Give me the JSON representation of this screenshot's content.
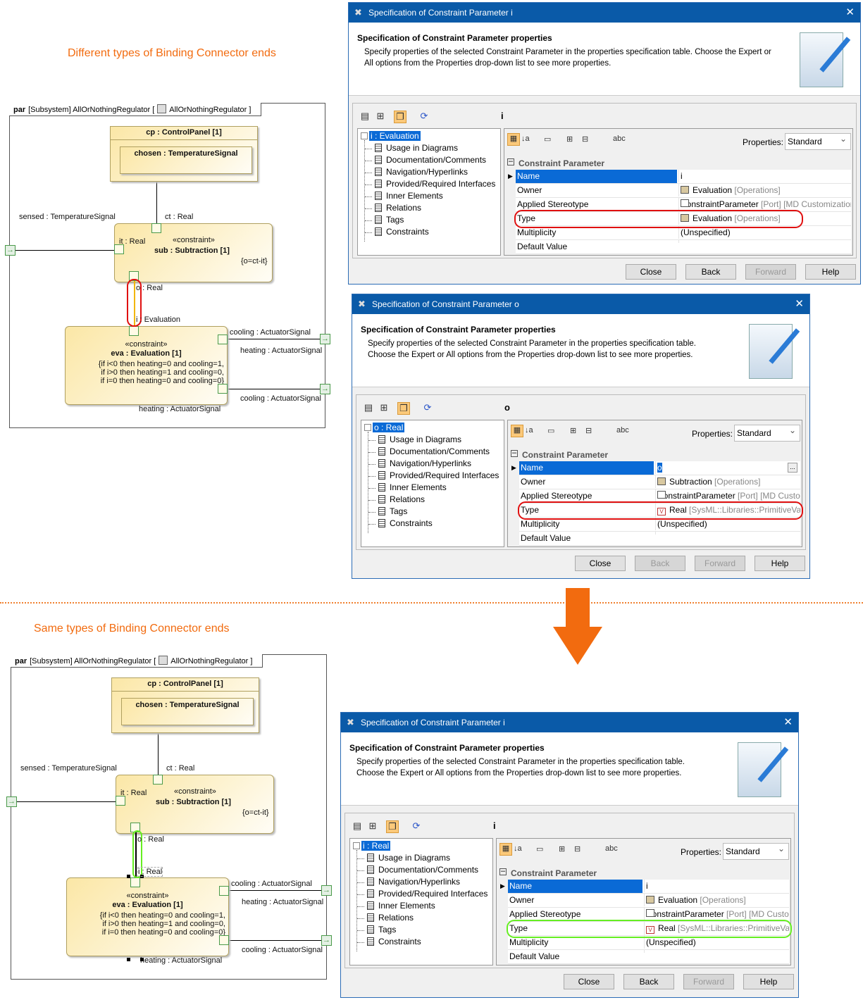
{
  "top_section": {
    "title": "Different types of Binding Connector ends"
  },
  "bottom_section": {
    "title": "Same types of Binding Connector ends"
  },
  "colors": {
    "accent": "#f26b0f",
    "highlight_bad": "#e01010",
    "highlight_good": "#66ee22",
    "title_bar": "#0a5aa8"
  },
  "diagrams": [
    {
      "frame_kind": "par",
      "frame_label": "[Subsystem] AllOrNothingRegulator [",
      "frame_ref": "AllOrNothingRegulator ]",
      "cp": "cp : ControlPanel [1]",
      "chosen": "chosen : TemperatureSignal",
      "sensed": "sensed : TemperatureSignal",
      "ct": "ct : Real",
      "it": "it : Real",
      "sub_stereo": "«constraint»",
      "sub": "sub : Subtraction [1]",
      "sub_constraint": "{o=ct-it}",
      "o_label": "o : Real",
      "i_label": "i : Evaluation",
      "eva_stereo": "«constraint»",
      "eva": "eva : Evaluation [1]",
      "eva_constraint": [
        "{if i<0 then heating=0 and cooling=1,",
        "if i>0 then heating=1 and cooling=0,",
        "if i=0 then heating=0 and cooling=0}"
      ],
      "cooling1": "cooling : ActuatorSignal",
      "heating1": "heating : ActuatorSignal",
      "cooling2": "cooling : ActuatorSignal",
      "heating2": "heating : ActuatorSignal"
    },
    {
      "frame_kind": "par",
      "frame_label": "[Subsystem] AllOrNothingRegulator [",
      "frame_ref": "AllOrNothingRegulator ]",
      "cp": "cp : ControlPanel [1]",
      "chosen": "chosen : TemperatureSignal",
      "sensed": "sensed : TemperatureSignal",
      "ct": "ct : Real",
      "it": "it : Real",
      "sub_stereo": "«constraint»",
      "sub": "sub : Subtraction [1]",
      "sub_constraint": "{o=ct-it}",
      "o_label": "o : Real",
      "i_label": "i : Real",
      "eva_stereo": "«constraint»",
      "eva": "eva : Evaluation [1]",
      "eva_constraint": [
        "{if i<0 then heating=0 and cooling=1,",
        "if i>0 then heating=1 and cooling=0,",
        "if i=0 then heating=0 and cooling=0}"
      ],
      "cooling1": "cooling : ActuatorSignal",
      "heating1": "heating : ActuatorSignal",
      "cooling2": "cooling : ActuatorSignal",
      "heating2": "heating : ActuatorSignal"
    }
  ],
  "dialogs": [
    {
      "title": "Specification of Constraint Parameter i",
      "heading": "Specification of Constraint Parameter properties",
      "description": "Specify properties of the selected Constraint Parameter in the properties specification table. Choose the Expert or All options from the Properties drop-down list to see more properties.",
      "selected": "i",
      "tree_root": "i : Evaluation",
      "tree": [
        "Usage in Diagrams",
        "Documentation/Comments",
        "Navigation/Hyperlinks",
        "Provided/Required Interfaces",
        "Inner Elements",
        "Relations",
        "Tags",
        "Constraints"
      ],
      "properties_label": "Properties:",
      "properties_value": "Standard",
      "group": "Constraint Parameter",
      "rows": [
        {
          "name": "Name",
          "value": "i",
          "extra": "",
          "icon": ""
        },
        {
          "name": "Owner",
          "value": "Evaluation",
          "extra": " [Operations]",
          "icon": "class"
        },
        {
          "name": "Applied Stereotype",
          "value": "ConstraintParameter",
          "extra": " [Port] [MD Customization]",
          "icon": "port"
        },
        {
          "name": "Type",
          "value": "Evaluation",
          "extra": " [Operations]",
          "icon": "class"
        },
        {
          "name": "Multiplicity",
          "value": "(Unspecified)",
          "extra": "",
          "icon": ""
        },
        {
          "name": "Default Value",
          "value": "",
          "extra": "",
          "icon": ""
        }
      ],
      "buttons": [
        {
          "label": "Close",
          "disabled": false
        },
        {
          "label": "Back",
          "disabled": false
        },
        {
          "label": "Forward",
          "disabled": true
        },
        {
          "label": "Help",
          "disabled": false
        }
      ],
      "highlight": "bad"
    },
    {
      "title": "Specification of Constraint Parameter o",
      "heading": "Specification of Constraint Parameter properties",
      "description": "Specify properties of the selected Constraint Parameter in the properties specification table. Choose the Expert or All options from the Properties drop-down list to see more properties.",
      "selected": "o",
      "tree_root": "o : Real",
      "tree": [
        "Usage in Diagrams",
        "Documentation/Comments",
        "Navigation/Hyperlinks",
        "Provided/Required Interfaces",
        "Inner Elements",
        "Relations",
        "Tags",
        "Constraints"
      ],
      "properties_label": "Properties:",
      "properties_value": "Standard",
      "group": "Constraint Parameter",
      "rows": [
        {
          "name": "Name",
          "value": "o",
          "extra": "",
          "icon": ""
        },
        {
          "name": "Owner",
          "value": "Subtraction",
          "extra": " [Operations]",
          "icon": "class"
        },
        {
          "name": "Applied Stereotype",
          "value": "ConstraintParameter",
          "extra": " [Port] [MD Customization]",
          "icon": "port"
        },
        {
          "name": "Type",
          "value": "Real",
          "extra": " [SysML::Libraries::PrimitiveValueTypes]",
          "icon": "vt"
        },
        {
          "name": "Multiplicity",
          "value": "(Unspecified)",
          "extra": "",
          "icon": ""
        },
        {
          "name": "Default Value",
          "value": "",
          "extra": "",
          "icon": ""
        }
      ],
      "buttons": [
        {
          "label": "Close",
          "disabled": false
        },
        {
          "label": "Back",
          "disabled": true
        },
        {
          "label": "Forward",
          "disabled": true
        },
        {
          "label": "Help",
          "disabled": false
        }
      ],
      "highlight": "bad"
    },
    {
      "title": "Specification of Constraint Parameter i",
      "heading": "Specification of Constraint Parameter properties",
      "description": "Specify properties of the selected Constraint Parameter in the properties specification table. Choose the Expert or All options from the Properties drop-down list to see more properties.",
      "selected": "i",
      "tree_root": "i : Real",
      "tree": [
        "Usage in Diagrams",
        "Documentation/Comments",
        "Navigation/Hyperlinks",
        "Provided/Required Interfaces",
        "Inner Elements",
        "Relations",
        "Tags",
        "Constraints"
      ],
      "properties_label": "Properties:",
      "properties_value": "Standard",
      "group": "Constraint Parameter",
      "rows": [
        {
          "name": "Name",
          "value": "i",
          "extra": "",
          "icon": ""
        },
        {
          "name": "Owner",
          "value": "Evaluation",
          "extra": " [Operations]",
          "icon": "class"
        },
        {
          "name": "Applied Stereotype",
          "value": "ConstraintParameter",
          "extra": " [Port] [MD Customization]",
          "icon": "port"
        },
        {
          "name": "Type",
          "value": "Real",
          "extra": " [SysML::Libraries::PrimitiveValueTypes]",
          "icon": "vt"
        },
        {
          "name": "Multiplicity",
          "value": "(Unspecified)",
          "extra": "",
          "icon": ""
        },
        {
          "name": "Default Value",
          "value": "",
          "extra": "",
          "icon": ""
        }
      ],
      "buttons": [
        {
          "label": "Close",
          "disabled": false
        },
        {
          "label": "Back",
          "disabled": false
        },
        {
          "label": "Forward",
          "disabled": true
        },
        {
          "label": "Help",
          "disabled": false
        }
      ],
      "highlight": "good"
    }
  ]
}
